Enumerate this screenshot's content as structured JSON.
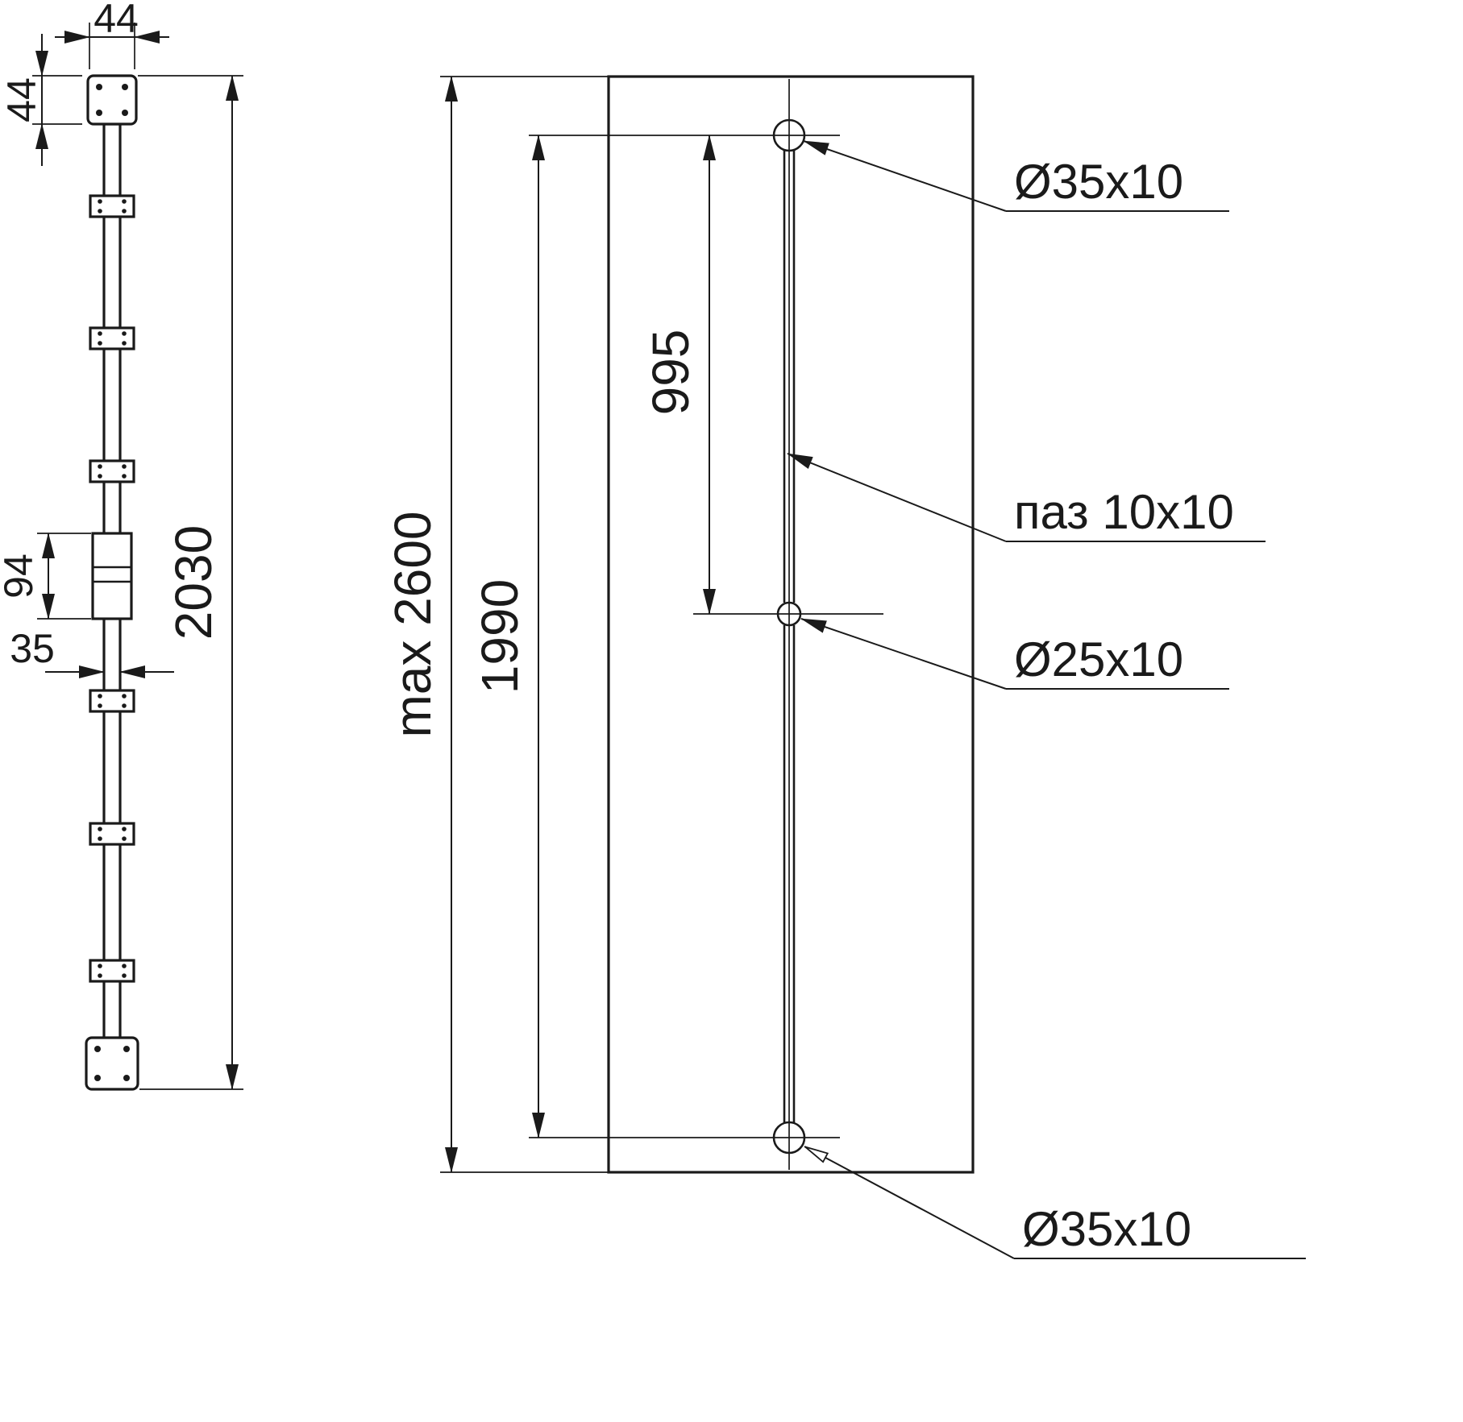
{
  "drawing": {
    "kind": "technical-dimension-drawing",
    "colors": {
      "line": "#1a1a1a",
      "background": "#ffffff"
    },
    "left_view": {
      "dim_flange_width": "44",
      "dim_flange_height": "44",
      "dim_post_length": "2030",
      "dim_adjuster_height": "94",
      "dim_rod_width": "35"
    },
    "right_view": {
      "dim_max_length": "max 2600",
      "dim_groove_span": "1990",
      "dim_half_span": "995",
      "callout_top_hole": "Ø35x10",
      "callout_groove": "паз 10x10",
      "callout_middle_hole": "Ø25x10",
      "callout_bottom_hole": "Ø35x10"
    }
  }
}
